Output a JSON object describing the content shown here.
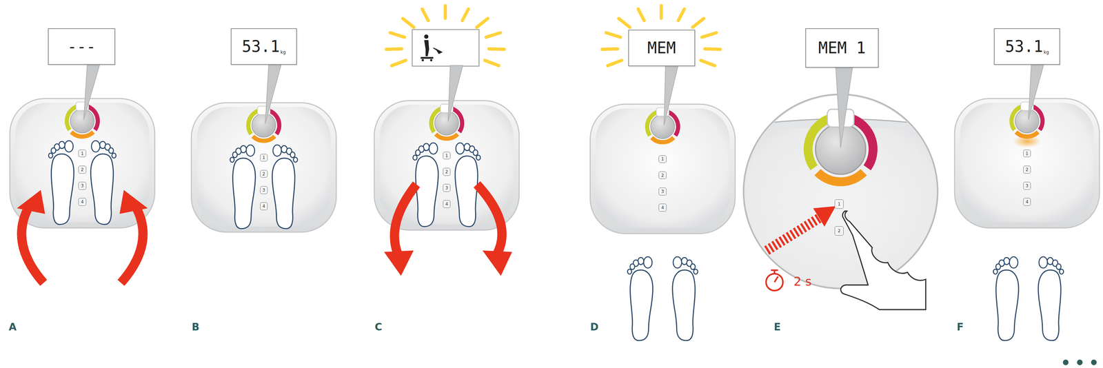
{
  "diagram": {
    "nodes": [
      {
        "text": [
          "---"
        ]
      },
      {
        "text": [
          "1"
        ]
      },
      {
        "text": [
          "2"
        ]
      },
      {
        "text": [
          "3"
        ]
      },
      {
        "text": [
          "4"
        ]
      },
      {
        "text": [
          "53.1",
          "kg"
        ]
      },
      {
        "text": [
          "1"
        ]
      },
      {
        "text": [
          "2"
        ]
      },
      {
        "text": [
          "3"
        ]
      },
      {
        "text": [
          "4"
        ]
      },
      {
        "text": [
          "1"
        ]
      },
      {
        "text": [
          "2"
        ]
      },
      {
        "text": [
          "3"
        ]
      },
      {
        "text": [
          "4"
        ]
      },
      {
        "text": [
          "MEM"
        ]
      },
      {
        "text": [
          "1"
        ]
      },
      {
        "text": [
          "2"
        ]
      },
      {
        "text": [
          "3"
        ]
      },
      {
        "text": [
          "4"
        ]
      },
      {
        "text": [
          "MEM 1"
        ]
      },
      {
        "text": [
          "1"
        ]
      },
      {
        "text": [
          "2"
        ]
      },
      {
        "text": [
          "53.1",
          "kg"
        ]
      },
      {
        "text": [
          "1"
        ]
      },
      {
        "text": [
          "2"
        ]
      },
      {
        "text": [
          "3"
        ]
      },
      {
        "text": [
          "4"
        ]
      }
    ],
    "labels": [
      "A",
      "B",
      "C",
      "D",
      "2 s",
      "E",
      "F"
    ]
  }
}
